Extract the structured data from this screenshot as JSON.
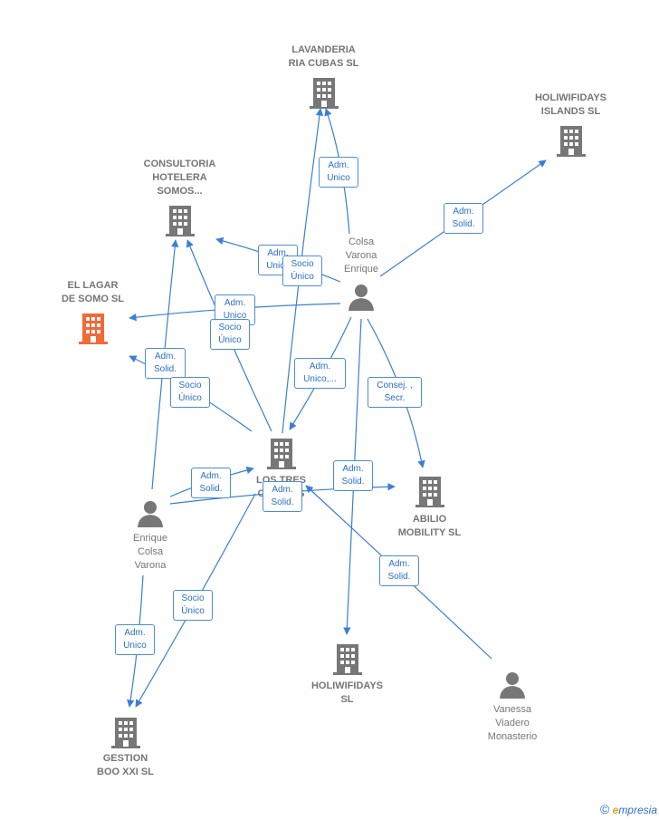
{
  "colors": {
    "edge": "#3a7fd5",
    "node": "#777777",
    "focus": "#f26a35"
  },
  "companies": {
    "lavanderia": "LAVANDERIA\nRIA CUBAS  SL",
    "holiwifidays_islands": "HOLIWIFIDAYS\nISLANDS  SL",
    "consultoria": "CONSULTORIA\nHOTELERA\nSOMOS...",
    "el_lagar": "EL LAGAR\nDE SOMO  SL",
    "los_tres": "LOS TRES\nCAMINOS\nDE... SL",
    "abilio": "ABILIO\nMOBILITY  SL",
    "holiwifidays": "HOLIWIFIDAYS\nSL",
    "gestion": "GESTION\nBOO XXI  SL"
  },
  "persons": {
    "colsa": "Colsa\nVarona\nEnrique",
    "enrique": "Enrique\nColsa\nVarona",
    "vanessa": "Vanessa\nViadero\nMonasterio"
  },
  "edge_labels": {
    "e1": "Adm.\nUnico",
    "e2": "Adm.\nSolid.",
    "e3": "Adm.\nUnico",
    "e4": "Socio\nÚnico",
    "e5": "Adm.\nUnico",
    "e6": "Socio\nÚnico",
    "e7": "Adm.\nSolid.",
    "e8": "Socio\nÚnico",
    "e9": "Adm.\nUnico,...",
    "e10": "Consej. ,\nSecr.",
    "e11": "Adm.\nSolid.",
    "e12": "Adm.\nSolid.",
    "e13": "Adm.\nSolid.",
    "e14": "Adm.\nSolid.",
    "e15": "Socio\nÚnico",
    "e16": "Adm.\nUnico"
  },
  "footer": {
    "copyright": "©",
    "brand_e": "e",
    "brand_rest": "mpresia"
  }
}
